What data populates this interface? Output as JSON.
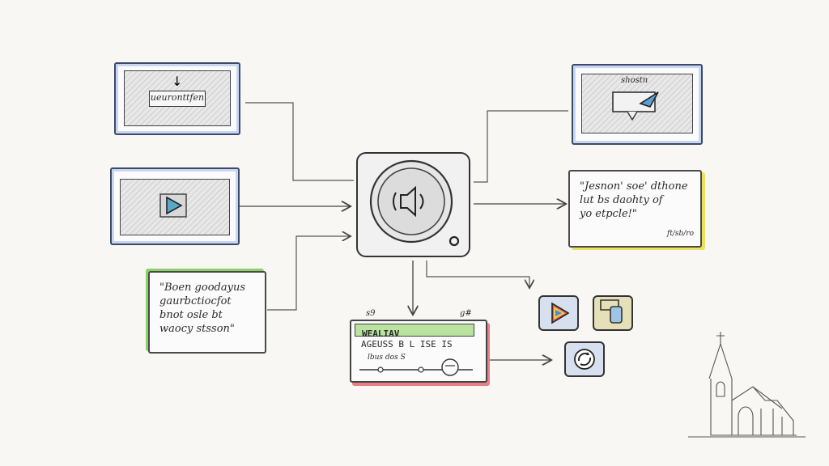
{
  "diagram": {
    "top_left_card": {
      "label": "ueuronttfen"
    },
    "top_right_card": {
      "label": "shostn"
    },
    "left_note": {
      "lines": [
        "\"Boen goodayus",
        "gaurbctiocfot",
        "bnot osle bt",
        "waocy stsson\""
      ]
    },
    "right_note": {
      "lines": [
        "\"Jesnon' soe' dthone",
        "lut bs daohty of",
        "yo etpcle!\""
      ],
      "signature": "ft/sb/ro"
    },
    "center_speaker": {
      "icon": "speaker-icon"
    },
    "bottom_panel": {
      "corner_left": "s9",
      "corner_right": "g#",
      "title": "WEALIAV",
      "row1": "AGEUSS B L ISE IS",
      "row2": "lbus dos S"
    },
    "icons": {
      "media_play": "play-icon",
      "link": "link-icon",
      "sync": "sync-icon",
      "church": "church-sketch"
    },
    "colors": {
      "blue_highlight": "#8fa9df",
      "green_highlight": "#8cd06a",
      "yellow_highlight": "#e8e35a",
      "red_highlight": "#e87f86"
    }
  }
}
